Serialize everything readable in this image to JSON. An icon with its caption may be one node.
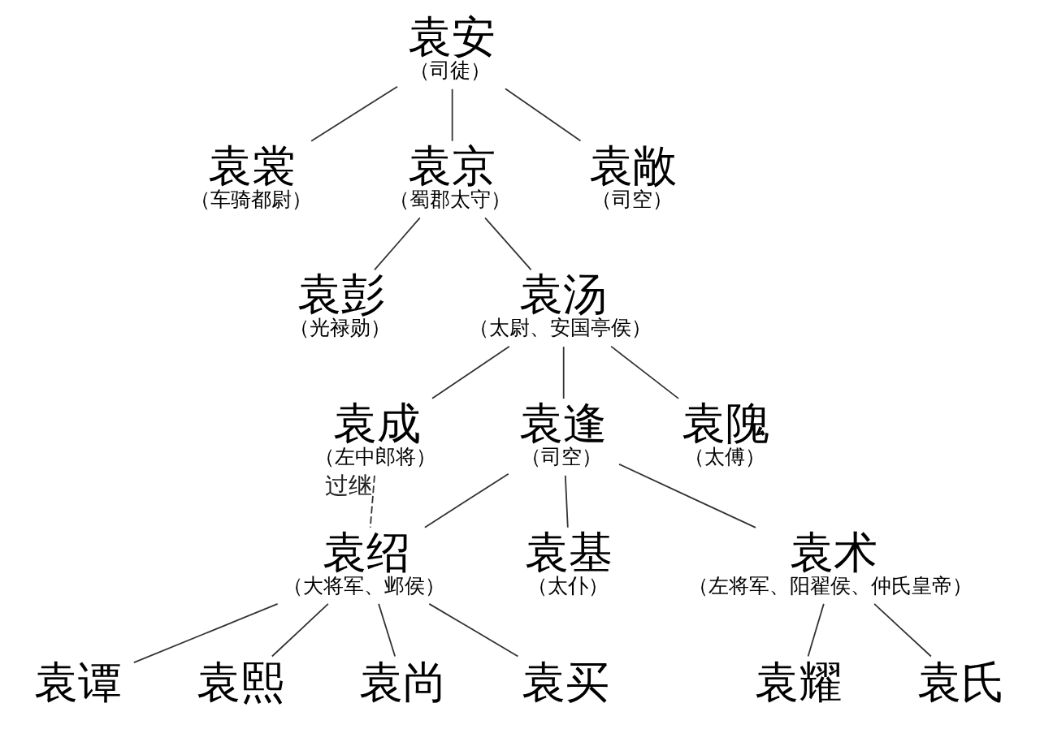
{
  "diagram": {
    "nodes": [
      {
        "text": [
          "袁安",
          "（司徒）"
        ]
      },
      {
        "text": [
          "袁裳",
          "（车骑都尉）"
        ]
      },
      {
        "text": [
          "袁京",
          "（蜀郡太守）"
        ]
      },
      {
        "text": [
          "袁敞",
          "（司空）"
        ]
      },
      {
        "text": [
          "袁彭",
          "（光禄勋）"
        ]
      },
      {
        "text": [
          "袁汤",
          "（太尉、安国亭侯）"
        ]
      },
      {
        "text": [
          "袁成",
          "（左中郎将）"
        ]
      },
      {
        "text": [
          "袁逢",
          "（司空）"
        ]
      },
      {
        "text": [
          "袁隗",
          "（太傅）"
        ]
      },
      {
        "text": [
          "袁绍",
          "（大将军、邺侯）"
        ]
      },
      {
        "text": [
          "袁基",
          "（太仆）"
        ]
      },
      {
        "text": [
          "袁术",
          "（左将军、阳翟侯、仲氏皇帝）"
        ]
      },
      {
        "text": [
          "袁谭"
        ]
      },
      {
        "text": [
          "袁熙"
        ]
      },
      {
        "text": [
          "袁尚"
        ]
      },
      {
        "text": [
          "袁买"
        ]
      },
      {
        "text": [
          "袁耀"
        ]
      },
      {
        "text": [
          "袁氏"
        ]
      }
    ],
    "edges": [
      {
        "from": 0,
        "to": 1,
        "arrow": "none"
      },
      {
        "from": 0,
        "to": 2,
        "arrow": "none"
      },
      {
        "from": 0,
        "to": 3,
        "arrow": "none"
      },
      {
        "from": 2,
        "to": 4,
        "arrow": "none"
      },
      {
        "from": 2,
        "to": 5,
        "arrow": "none"
      },
      {
        "from": 5,
        "to": 6,
        "arrow": "none"
      },
      {
        "from": 5,
        "to": 7,
        "arrow": "none"
      },
      {
        "from": 5,
        "to": 8,
        "arrow": "none"
      },
      {
        "from": 6,
        "to": 9,
        "arrow": "none",
        "style": "dashed",
        "label": "过继"
      },
      {
        "from": 7,
        "to": 9,
        "arrow": "none"
      },
      {
        "from": 7,
        "to": 10,
        "arrow": "none"
      },
      {
        "from": 7,
        "to": 11,
        "arrow": "none"
      },
      {
        "from": 9,
        "to": 12,
        "arrow": "none"
      },
      {
        "from": 9,
        "to": 13,
        "arrow": "none"
      },
      {
        "from": 9,
        "to": 14,
        "arrow": "none"
      },
      {
        "from": 9,
        "to": 15,
        "arrow": "none"
      },
      {
        "from": 11,
        "to": 16,
        "arrow": "none"
      },
      {
        "from": 11,
        "to": 17,
        "arrow": "none"
      }
    ]
  }
}
